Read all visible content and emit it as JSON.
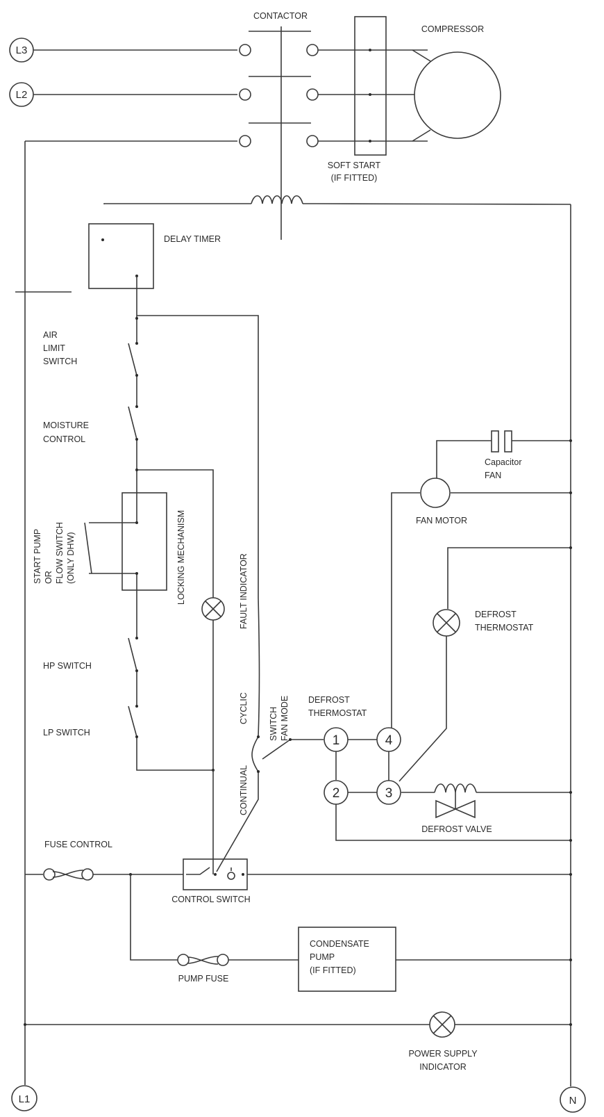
{
  "terminals": {
    "l3": "L3",
    "l2": "L2",
    "l1": "L1",
    "n": "N"
  },
  "labels": {
    "contactor": "CONTACTOR",
    "compressor": "COMPRESSOR",
    "soft_start": [
      "SOFT START",
      "(IF FITTED)"
    ],
    "delay_timer": "DELAY TIMER",
    "air_limit_switch": [
      "AIR",
      "LIMIT",
      "SWITCH"
    ],
    "moisture_control": [
      "MOISTURE",
      "CONTROL"
    ],
    "start_pump": [
      "START PUMP",
      "OR",
      "FLOW SWITCH",
      "(ONLY DHW)"
    ],
    "locking_mechanism": "LOCKING MECHANISM",
    "fault_indicator": "FAULT INDICATOR",
    "hp_switch": "HP SWITCH",
    "lp_switch": "LP SWITCH",
    "cyclic": "CYCLIC",
    "continual": "CONTINUAL",
    "switch_fan_mode": [
      "SWITCH",
      "FAN MODE"
    ],
    "capacitor_fan": [
      "Capacitor",
      "FAN"
    ],
    "fan_motor": "FAN MOTOR",
    "defrost_thermostat_lamp": [
      "DEFROST",
      "THERMOSTAT"
    ],
    "defrost_thermostat_terminals": [
      "DEFROST",
      "THERMOSTAT"
    ],
    "defrost_valve": "DEFROST VALVE",
    "fuse_control": "FUSE CONTROL",
    "control_switch": "CONTROL SWITCH",
    "pump_fuse": "PUMP FUSE",
    "condensate_pump": [
      "CONDENSATE",
      "PUMP",
      "(IF FITTED)"
    ],
    "power_supply_indicator": [
      "POWER SUPPLY",
      "INDICATOR"
    ]
  },
  "thermostat_terminals": [
    "1",
    "2",
    "3",
    "4"
  ]
}
